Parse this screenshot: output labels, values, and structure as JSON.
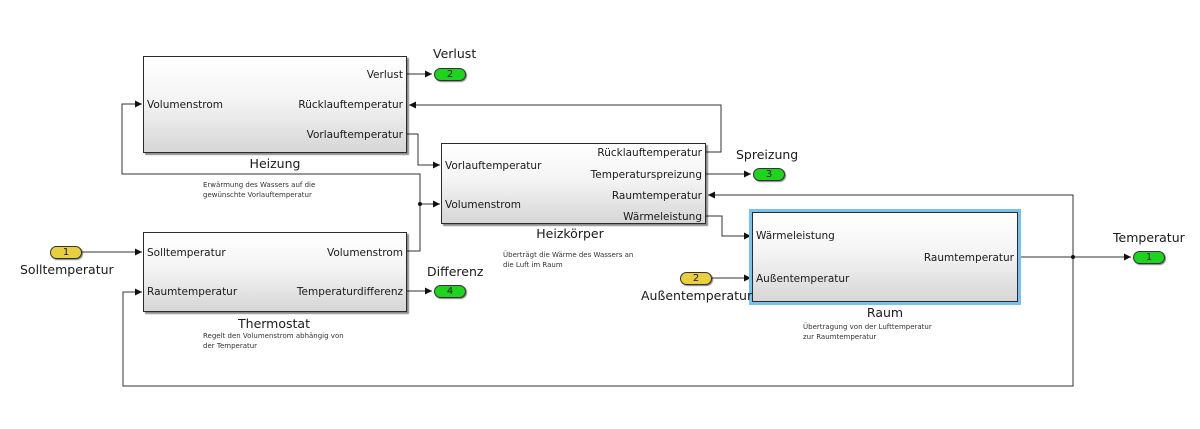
{
  "diagram": {
    "blocks": [
      {
        "id": "heizung",
        "name": "Heizung",
        "annotation": [
          "Erwärmung des Wassers auf die",
          "gewünschte Vorlauftemperatur"
        ],
        "inputs": [
          "Volumenstrom"
        ],
        "outputs": [
          "Verlust",
          "Rücklauftemperatur",
          "Vorlauftemperatur"
        ],
        "selected": false
      },
      {
        "id": "heizkoerper",
        "name": "Heizkörper",
        "annotation": [
          "Überträgt die Wärme des Wassers an",
          "die Luft im Raum"
        ],
        "inputs": [
          "Vorlauftemperatur",
          "Volumenstrom"
        ],
        "outputs": [
          "Rücklauftemperatur",
          "Temperaturspreizung",
          "Raumtemperatur",
          "Wärmeleistung"
        ],
        "selected": false
      },
      {
        "id": "thermostat",
        "name": "Thermostat",
        "annotation": [
          "Regelt den Volumenstrom abhängig von",
          "der Temperatur"
        ],
        "inputs": [
          "Solltemperatur",
          "Raumtemperatur"
        ],
        "outputs": [
          "Volumenstrom",
          "Temperaturdifferenz"
        ],
        "selected": false
      },
      {
        "id": "raum",
        "name": "Raum",
        "annotation": [
          "Übertragung von der Lufttemperatur",
          "zur Raumtemperatur"
        ],
        "inputs": [
          "Wärmeleistung",
          "Außentemperatur"
        ],
        "outputs": [
          "Raumtemperatur"
        ],
        "selected": true
      }
    ],
    "inports": [
      {
        "number": "1",
        "label": "Solltemperatur"
      },
      {
        "number": "2",
        "label": "Außentemperatur"
      }
    ],
    "outports": [
      {
        "number": "1",
        "label": "Temperatur"
      },
      {
        "number": "2",
        "label": "Verlust"
      },
      {
        "number": "3",
        "label": "Spreizung"
      },
      {
        "number": "4",
        "label": "Differenz"
      }
    ],
    "colors": {
      "inport": "#e8cf3f",
      "outport": "#1fd41f",
      "selection": "#73c2ef",
      "wire": "#2b2b2b"
    }
  }
}
